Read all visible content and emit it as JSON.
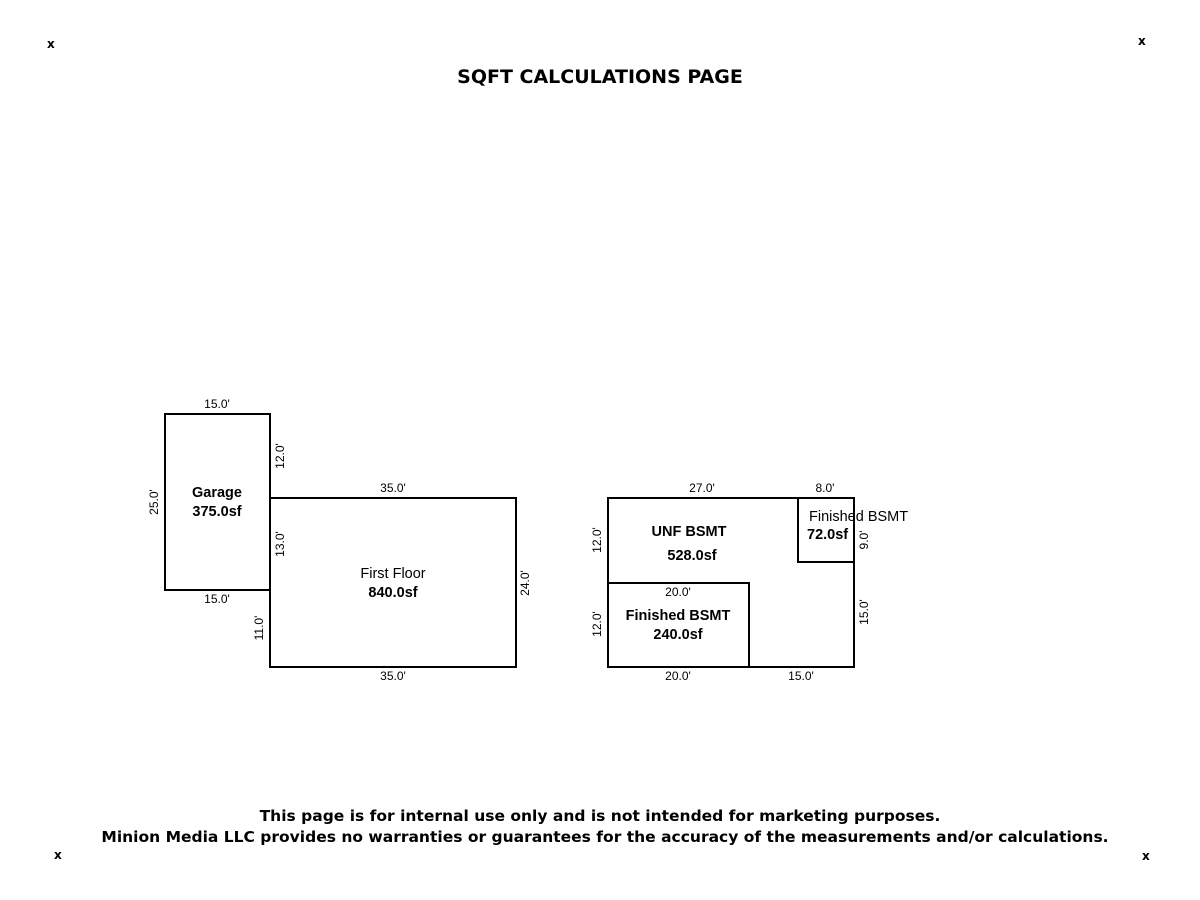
{
  "page": {
    "corner_mark": "x",
    "title": "SQFT CALCULATIONS PAGE",
    "disclaimer_line1": "This page is for internal use only and is not intended for marketing purposes.",
    "disclaimer_line2": "Minion Media LLC provides no warranties or guarantees for the accuracy of the measurements and/or calculations."
  },
  "rooms": {
    "garage": {
      "name": "Garage",
      "area": "375.0sf"
    },
    "first_floor": {
      "name": "First Floor",
      "area": "840.0sf"
    },
    "unf_bsmt": {
      "name": "UNF BSMT",
      "area": "528.0sf"
    },
    "finished_bsmt_small": {
      "name": "Finished BSMT",
      "area": "72.0sf"
    },
    "finished_bsmt_large": {
      "name": "Finished BSMT",
      "area": "240.0sf"
    }
  },
  "dimensions": {
    "garage_top": "15.0'",
    "garage_bottom": "15.0'",
    "garage_left": "25.0'",
    "garage_right": "12.0'",
    "first_floor_top": "35.0'",
    "first_floor_bottom": "35.0'",
    "first_floor_right": "24.0'",
    "first_floor_left_upper": "13.0'",
    "first_floor_left_lower": "11.0'",
    "bsmt_top_left": "27.0'",
    "bsmt_top_right": "8.0'",
    "bsmt_left_upper": "12.0'",
    "bsmt_left_lower": "12.0'",
    "bsmt_right_upper": "9.0'",
    "bsmt_right_lower": "15.0'",
    "finished_bsmt_inner_top": "20.0'",
    "bsmt_bottom_left": "20.0'",
    "bsmt_bottom_right": "15.0'"
  }
}
